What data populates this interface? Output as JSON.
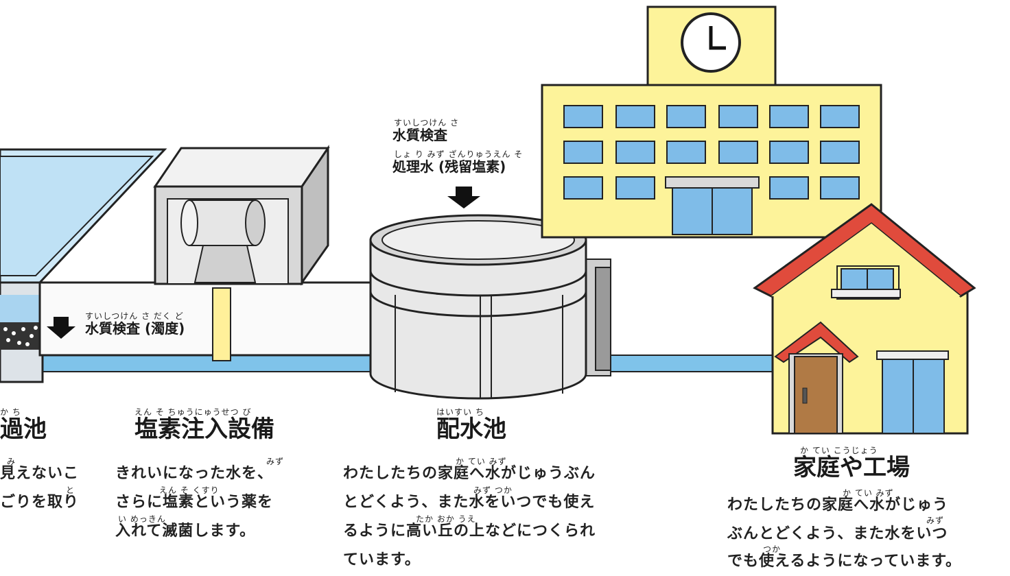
{
  "quality_check": {
    "ruby": "すいしつけん さ だく ど",
    "text": "水質検査 (濁度)"
  },
  "reservoir_check": {
    "ruby_1": "すいしつけん さ",
    "line_1": "水質検査",
    "ruby_2": "しょ り みず ざんりゅうえん そ",
    "line_2": "処理水 (残留塩素)"
  },
  "sections": [
    {
      "id": "filter",
      "ruby": "か ち",
      "title": "過池",
      "body_ruby": [
        "み",
        "と"
      ],
      "body": [
        "見えないこ",
        "ごりを取り"
      ]
    },
    {
      "id": "chlorine",
      "ruby": "えん そ ちゅうにゅうせつ び",
      "title": "塩素注入設備",
      "body_ruby": [
        "みず",
        "えん そ くすり",
        "い めっきん"
      ],
      "body": [
        "きれいになった水を、",
        "さらに塩素という薬を",
        "入れて滅菌します。"
      ]
    },
    {
      "id": "distribution",
      "ruby": "はいすい ち",
      "title": "配水池",
      "body_ruby": [
        "か てい みず",
        "みず つか",
        "たか おか うえ"
      ],
      "body": [
        "わたしたちの家庭へ水がじゅうぶん",
        "とどくよう、また水をいつでも使え",
        "るように高い丘の上などにつくられ",
        "ています。"
      ]
    },
    {
      "id": "homes",
      "ruby": "か てい こうじょう",
      "title": "家庭や工場",
      "body_ruby": [
        "か てい みず",
        "みず",
        "つか"
      ],
      "body": [
        "わたしたちの家庭へ水がじゅう",
        "ぶんとどくよう、また水をいつ",
        "でも使えるようになっています。"
      ]
    }
  ]
}
